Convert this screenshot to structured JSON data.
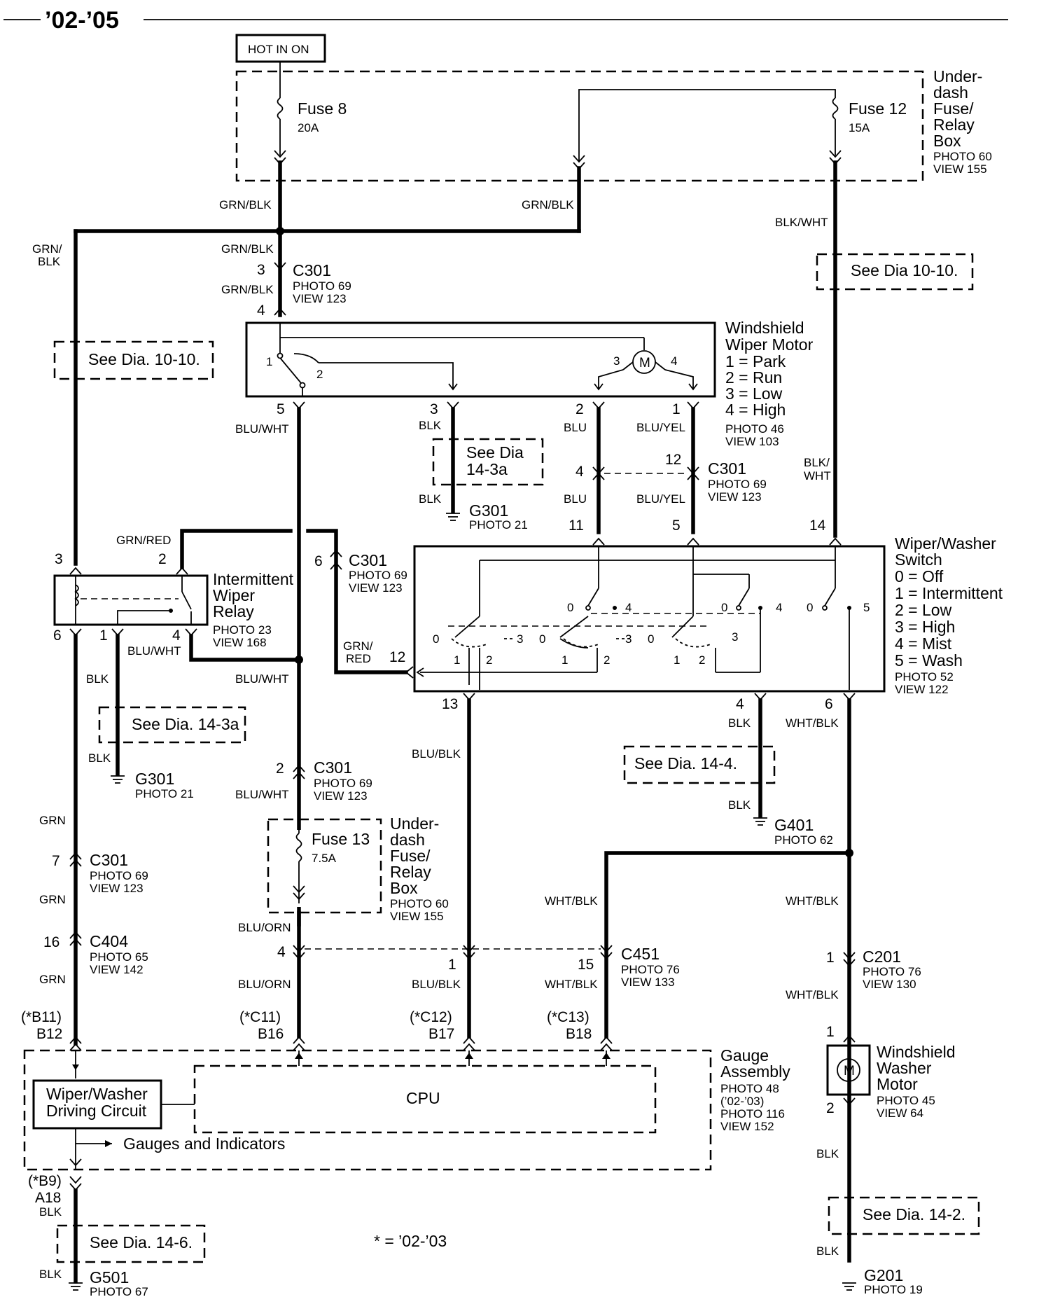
{
  "header": {
    "year_range": "’02-’05"
  },
  "power": {
    "hot_in_on": "HOT IN ON"
  },
  "fuses": {
    "fuse8": {
      "name": "Fuse 8",
      "rating": "20A"
    },
    "fuse12": {
      "name": "Fuse 12",
      "rating": "15A"
    },
    "fuse13": {
      "name": "Fuse 13",
      "rating": "7.5A"
    }
  },
  "underdash_box_top": {
    "lines": [
      "Under-",
      "dash",
      "Fuse/",
      "Relay",
      "Box"
    ],
    "photo": "PHOTO 60",
    "view": "VIEW 155"
  },
  "underdash_box_mid": {
    "lines": [
      "Under-",
      "dash",
      "Fuse/",
      "Relay",
      "Box"
    ],
    "photo": "PHOTO 60",
    "view": "VIEW 155"
  },
  "wiper_motor": {
    "title_lines": [
      "Windshield",
      "Wiper Motor"
    ],
    "positions": [
      "1 = Park",
      "2 = Run",
      "3 = Low",
      "4 = High"
    ],
    "photo": "PHOTO 46",
    "view": "VIEW 103",
    "motor_symbol": "M"
  },
  "washer_switch": {
    "title_lines": [
      "Wiper/Washer",
      "Switch"
    ],
    "positions": [
      "0 = Off",
      "1 = Intermittent",
      "2 = Low",
      "3 = High",
      "4 = Mist",
      "5 = Wash"
    ],
    "photo": "PHOTO 52",
    "view": "VIEW 122"
  },
  "relay": {
    "title_lines": [
      "Intermittent",
      "Wiper",
      "Relay"
    ],
    "photo": "PHOTO 23",
    "view": "VIEW 168"
  },
  "gauge": {
    "title_lines": [
      "Gauge",
      "Assembly"
    ],
    "notes": [
      "PHOTO 48",
      "(’02-’03)",
      "PHOTO 116",
      "VIEW 152"
    ],
    "driving_circuit": [
      "Wiper/Washer",
      "Driving Circuit"
    ],
    "cpu": "CPU",
    "gauges_indicators": "Gauges and Indicators"
  },
  "washer_motor": {
    "title_lines": [
      "Windshield",
      "Washer",
      "Motor"
    ],
    "photo": "PHOTO 45",
    "view": "VIEW 64",
    "motor_symbol": "M"
  },
  "connectors": {
    "c301_a": {
      "name": "C301",
      "photo": "PHOTO 69",
      "view": "VIEW 123"
    },
    "c301_b": {
      "name": "C301",
      "photo": "PHOTO 69",
      "view": "VIEW 123"
    },
    "c301_c": {
      "name": "C301",
      "photo": "PHOTO 69",
      "view": "VIEW 123"
    },
    "c301_d": {
      "name": "C301",
      "photo": "PHOTO 69",
      "view": "VIEW 123"
    },
    "c301_e": {
      "name": "C301",
      "photo": "PHOTO 69",
      "view": "VIEW 123"
    },
    "c404": {
      "name": "C404",
      "photo": "PHOTO 65",
      "view": "VIEW 142"
    },
    "c451": {
      "name": "C451",
      "photo": "PHOTO 76",
      "view": "VIEW 133"
    },
    "c201": {
      "name": "C201",
      "photo": "PHOTO 76",
      "view": "VIEW 130"
    }
  },
  "grounds": {
    "g301_a": {
      "name": "G301",
      "photo": "PHOTO 21"
    },
    "g301_b": {
      "name": "G301",
      "photo": "PHOTO 21"
    },
    "g401": {
      "name": "G401",
      "photo": "PHOTO 62"
    },
    "g501": {
      "name": "G501",
      "photo": "PHOTO 67"
    },
    "g201": {
      "name": "G201",
      "photo": "PHOTO 19"
    }
  },
  "see_refs": {
    "r1": "See Dia  10-10.",
    "r2": "See Dia.  10-10.",
    "r3": [
      "See Dia",
      "14-3a"
    ],
    "r4": "See Dia.  14-3a",
    "r5": "See Dia.  14-4.",
    "r6": "See Dia.  14-6.",
    "r7": "See Dia.  14-2."
  },
  "wires": {
    "grn_blk": "GRN/BLK",
    "grn_blk_split": [
      "GRN/",
      "BLK"
    ],
    "blk_wht": "BLK/WHT",
    "blk_wht_split": [
      "BLK/",
      "WHT"
    ],
    "blu_wht": "BLU/WHT",
    "blk": "BLK",
    "blu": "BLU",
    "blu_yel": "BLU/YEL",
    "grn_red": "GRN/RED",
    "grn_red_split": [
      "GRN/",
      "RED"
    ],
    "blu_blk": "BLU/BLK",
    "wht_blk": "WHT/BLK",
    "grn": "GRN",
    "blu_orn": "BLU/ORN"
  },
  "gauge_pins": {
    "b11": [
      "(*B11)",
      "B12"
    ],
    "c11": [
      "(*C11)",
      "B16"
    ],
    "c12": [
      "(*C12)",
      "B17"
    ],
    "c13": [
      "(*C13)",
      "B18"
    ],
    "b9": [
      "(*B9)",
      "A18"
    ]
  },
  "footnote": "*  =  ’02-’03"
}
